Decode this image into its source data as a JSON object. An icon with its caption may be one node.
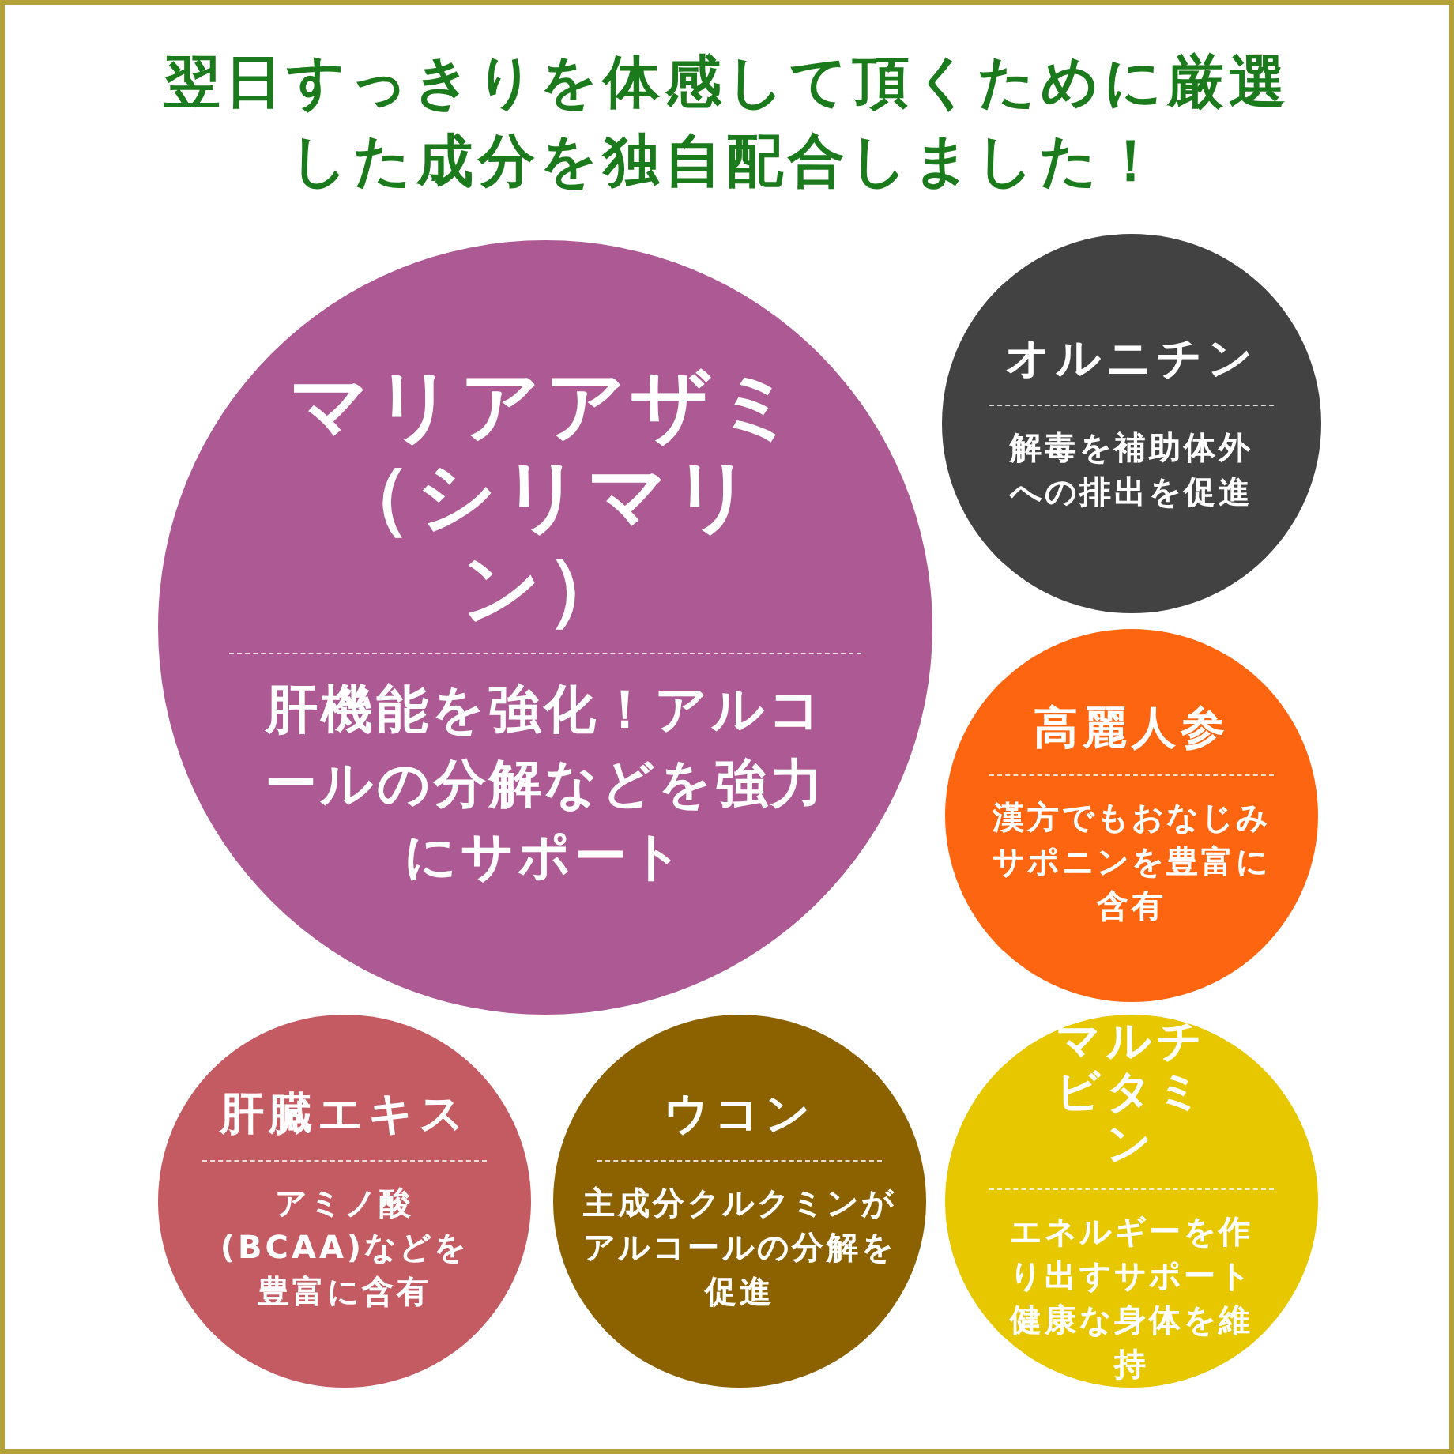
{
  "diagram": {
    "title": "翌日すっきりを体感して頂くために厳選した成分を独自配合しました！",
    "nodes": [
      {
        "text": [
          "マリアアザミ（シリマリン）",
          "肝機能を強化！アルコールの分解などを強力にサポート"
        ]
      },
      {
        "text": [
          "オルニチン",
          "解毒を補助体外への排出を促進"
        ]
      },
      {
        "text": [
          "高麗人参",
          "漢方でもおなじみサポニンを豊富に含有"
        ]
      },
      {
        "text": [
          "肝臓エキス",
          "アミノ酸(BCAA)などを豊富に含有"
        ]
      },
      {
        "text": [
          "ウコン",
          "主成分クルクミンがアルコールの分解を促進"
        ]
      },
      {
        "text": [
          "マルチビタミン",
          "エネルギーを作り出すサポート健康な身体を維持"
        ]
      }
    ]
  }
}
